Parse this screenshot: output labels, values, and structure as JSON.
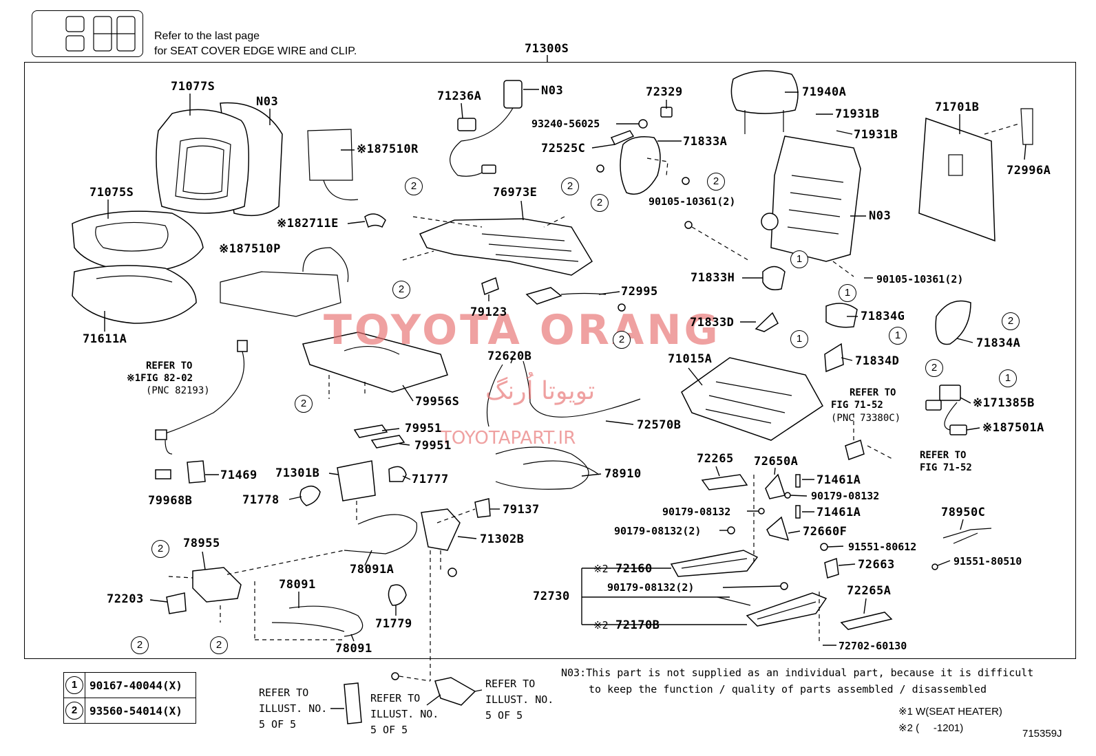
{
  "header": {
    "note_line1": "Refer to the last page",
    "note_line2": "for SEAT COVER EDGE WIRE and CLIP.",
    "assembly_number": "71300S"
  },
  "watermark": {
    "brand": "TOYOTA ORANG",
    "brand_fa": "تویوتا اُرنگ",
    "url": "TOYOTAPART.IR"
  },
  "parts": {
    "p71077S": "71077S",
    "pN03a": "N03",
    "p187510R": "※187510R",
    "p71075S": "71075S",
    "p82711E": "※182711E",
    "p187510P": "※187510P",
    "p71611A": "71611A",
    "p71236A": "71236A",
    "pN03b": "N03",
    "p76973E": "76973E",
    "p72329": "72329",
    "p93240": "93240-56025",
    "p72525C": "72525C",
    "p71833A": "71833A",
    "p90105a": "90105-10361(2)",
    "p71940A": "71940A",
    "p71931B1": "71931B",
    "p71931B2": "71931B",
    "pN03c": "N03",
    "p71701B": "71701B",
    "p72996A": "72996A",
    "p71833H": "71833H",
    "p90105b": "90105-10361(2)",
    "p71833D": "71833D",
    "p71834G": "71834G",
    "p71834A": "71834A",
    "p71834D": "71834D",
    "p79123": "79123",
    "p72995": "72995",
    "p79956S": "79956S",
    "p72620B": "72620B",
    "p71015A": "71015A",
    "p171385B": "※171385B",
    "p187501A": "※187501A",
    "p79951a": "79951",
    "p79951b": "79951",
    "p72570B": "72570B",
    "p71469": "71469",
    "p79968B": "79968B",
    "p71301B": "71301B",
    "p71777": "71777",
    "p71778": "71778",
    "p78910": "78910",
    "p79137": "79137",
    "p71302B": "71302B",
    "p72265": "72265",
    "p72650A": "72650A",
    "p71461A1": "71461A",
    "p90179a": "90179-08132",
    "p90179b": "90179-08132",
    "p71461A2": "71461A",
    "p90179c": "90179-08132(2)",
    "p72660F": "72660F",
    "p78950C": "78950C",
    "p91551a": "91551-80612",
    "p91551b": "91551-80510",
    "p72663": "72663",
    "p78955": "78955",
    "p78091A": "78091A",
    "p72203": "72203",
    "p78091a": "78091",
    "p78091b": "78091",
    "p71779": "71779",
    "p72160": "72160",
    "p72160_mark": "※2",
    "p72730": "72730",
    "p90179d": "90179-08132(2)",
    "p72170B": "72170B",
    "p72170B_mark": "※2",
    "p72265A": "72265A",
    "p72702": "72702-60130"
  },
  "refers": {
    "fig8202_l1": "REFER TO",
    "fig8202_l2": "※1FIG 82-02",
    "fig8202_l3": "(PNC 82193)",
    "fig7152a_l1": "REFER TO",
    "fig7152a_l2": "FIG 71-52",
    "fig7152a_l3": "(PNC 73380C)",
    "fig7152b_l1": "REFER TO",
    "fig7152b_l2": "FIG 71-52",
    "illust1_l1": "REFER TO",
    "illust1_l2": "ILLUST. NO.",
    "illust1_l3": "5 OF 5",
    "illust2_l1": "REFER TO",
    "illust2_l2": "ILLUST. NO.",
    "illust2_l3": "5 OF 5",
    "illust3_l1": "REFER TO",
    "illust3_l2": "ILLUST. NO.",
    "illust3_l3": "5 OF 5"
  },
  "legend": [
    {
      "mark": "1",
      "part": "90167-40044(X)"
    },
    {
      "mark": "2",
      "part": "93560-54014(X)"
    }
  ],
  "callout_marks": {
    "one": "1",
    "two": "2"
  },
  "notes": {
    "n03_line1": "N03:This part is not supplied as an individual part, because it is difficult",
    "n03_line2": "to keep the function / quality of parts assembled / disassembled",
    "note1": "※1 W(SEAT HEATER)",
    "note2": "※2 (     -1201)"
  },
  "figure_id": "715359J"
}
